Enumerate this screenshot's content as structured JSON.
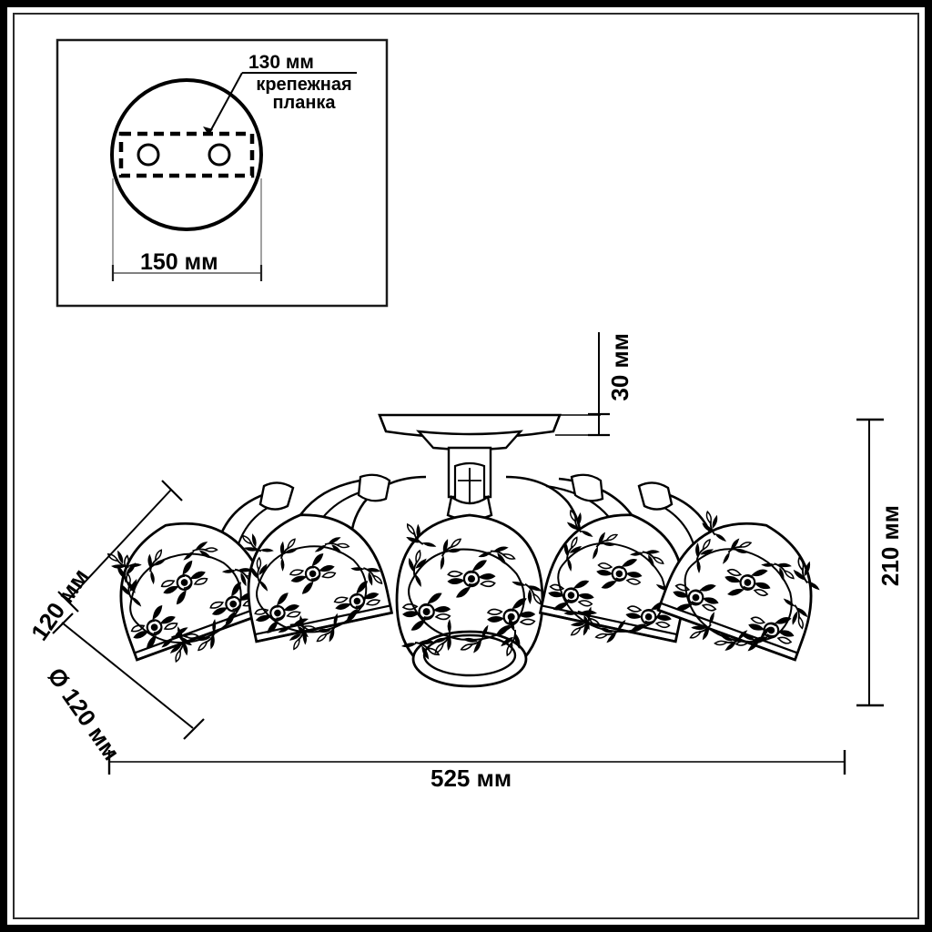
{
  "drawing": {
    "title": "Ceiling light fixture technical dimension drawing",
    "product_type": "5-shade ceiling lamp with floral rose pattern shades",
    "units": "мм",
    "line_color": "#000000",
    "background_color": "#ffffff"
  },
  "inset": {
    "name": "mounting-plate-detail",
    "description": "Top view of round ceiling base with mounting bar",
    "labels": {
      "bar_width": "130 мм",
      "bar_name_line1": "крепежная",
      "bar_name_line2": "планка",
      "base_diameter": "150 мм"
    },
    "screw_holes": 2
  },
  "dimensions": {
    "canopy_height": "30 мм",
    "total_height": "210 мм",
    "total_width": "525 мм",
    "shade_height": "120 мм",
    "shade_diameter": "Ø 120 мм"
  },
  "fixture": {
    "shade_count": 5,
    "center_shade_orientation": "downward",
    "side_shade_orientation": "tilted outward",
    "pattern": "floral rose garland"
  }
}
